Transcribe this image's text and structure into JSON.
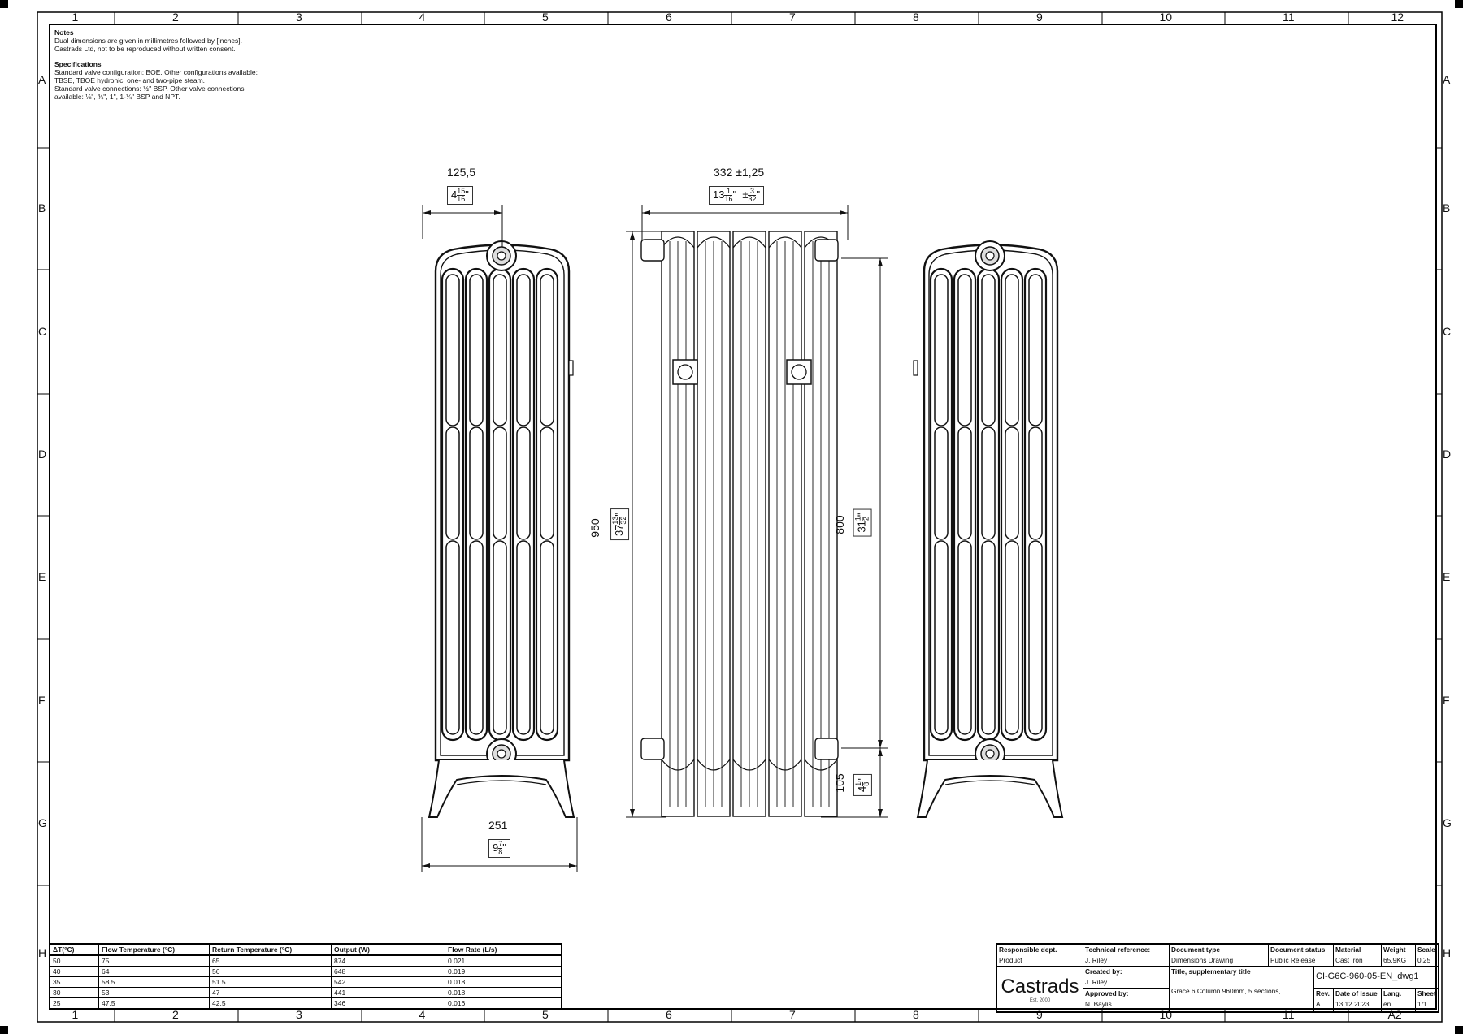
{
  "notes": {
    "notes_title": "Notes",
    "notes_lines": [
      "Dual dimensions are given in millimetres followed by [inches].",
      "Castrads Ltd, not to be reproduced without written consent."
    ],
    "spec_title": "Specifications",
    "spec_lines": [
      "Standard valve configuration: BOE. Other configurations available:",
      "TBSE, TBOE hydronic, one- and two-pipe steam.",
      "Standard valve connections: ½\" BSP. Other valve connections",
      "available: ⅛\", ¾\", 1\", 1-¼\" BSP and NPT."
    ]
  },
  "zones": {
    "columns": [
      "1",
      "2",
      "3",
      "4",
      "5",
      "6",
      "7",
      "8",
      "9",
      "10",
      "11",
      "12"
    ],
    "rows": [
      "A",
      "B",
      "C",
      "D",
      "E",
      "F",
      "G",
      "H"
    ],
    "sheet_size": "A2"
  },
  "dimensions": {
    "top_depth_mm": "125,5",
    "top_depth_in_whole": "4",
    "top_depth_in_num": "15",
    "top_depth_in_den": "16",
    "length_mm": "332  ±1,25",
    "length_in_whole": "13",
    "length_in_num": "1",
    "length_in_den": "16",
    "length_tol_num": "3",
    "length_tol_den": "32",
    "height_mm": "950",
    "height_in_whole": "37",
    "height_in_num": "13",
    "height_in_den": "32",
    "centres_mm": "800",
    "centres_in_whole": "31",
    "centres_in_num": "1",
    "centres_in_den": "2",
    "floor_mm": "105",
    "floor_in_whole": "4",
    "floor_in_num": "1",
    "floor_in_den": "8",
    "foot_mm": "251",
    "foot_in_whole": "9",
    "foot_in_num": "7",
    "foot_in_den": "8"
  },
  "performance_table": {
    "headers": [
      "ΔT(°C)",
      "Flow Temperature (°C)",
      "Return Temperature (°C)",
      "Output (W)",
      "Flow Rate (L/s)"
    ],
    "rows": [
      [
        "50",
        "75",
        "65",
        "874",
        "0.021"
      ],
      [
        "40",
        "64",
        "56",
        "648",
        "0.019"
      ],
      [
        "35",
        "58.5",
        "51.5",
        "542",
        "0.018"
      ],
      [
        "30",
        "53",
        "47",
        "441",
        "0.018"
      ],
      [
        "25",
        "47.5",
        "42.5",
        "346",
        "0.016"
      ]
    ]
  },
  "title_block": {
    "responsible_dept_label": "Responsible dept.",
    "responsible_dept": "Product",
    "technical_reference_label": "Technical reference:",
    "technical_reference": "J. Riley",
    "document_type_label": "Document type",
    "document_type": "Dimensions Drawing",
    "document_status_label": "Document status",
    "document_status": "Public Release",
    "material_label": "Material",
    "material": "Cast Iron",
    "weight_label": "Weight",
    "weight": "65.9KG",
    "scale_label": "Scale",
    "scale": "0.25",
    "brand": "Castrads",
    "brand_est": "Est. 2000",
    "created_by_label": "Created by:",
    "created_by": "J. Riley",
    "approved_by_label": "Approved by:",
    "approved_by": "N. Baylis",
    "title_label": "Title, supplementary title",
    "title": "Grace 6 Column 960mm, 5 sections,",
    "drawing_number": "CI-G6C-960-05-EN_dwg1",
    "rev_label": "Rev.",
    "rev": "A",
    "date_label": "Date of Issue",
    "date": "13.12.2023",
    "lang_label": "Lang.",
    "lang": "en",
    "sheet_label": "Sheet",
    "sheet": "1/1"
  }
}
